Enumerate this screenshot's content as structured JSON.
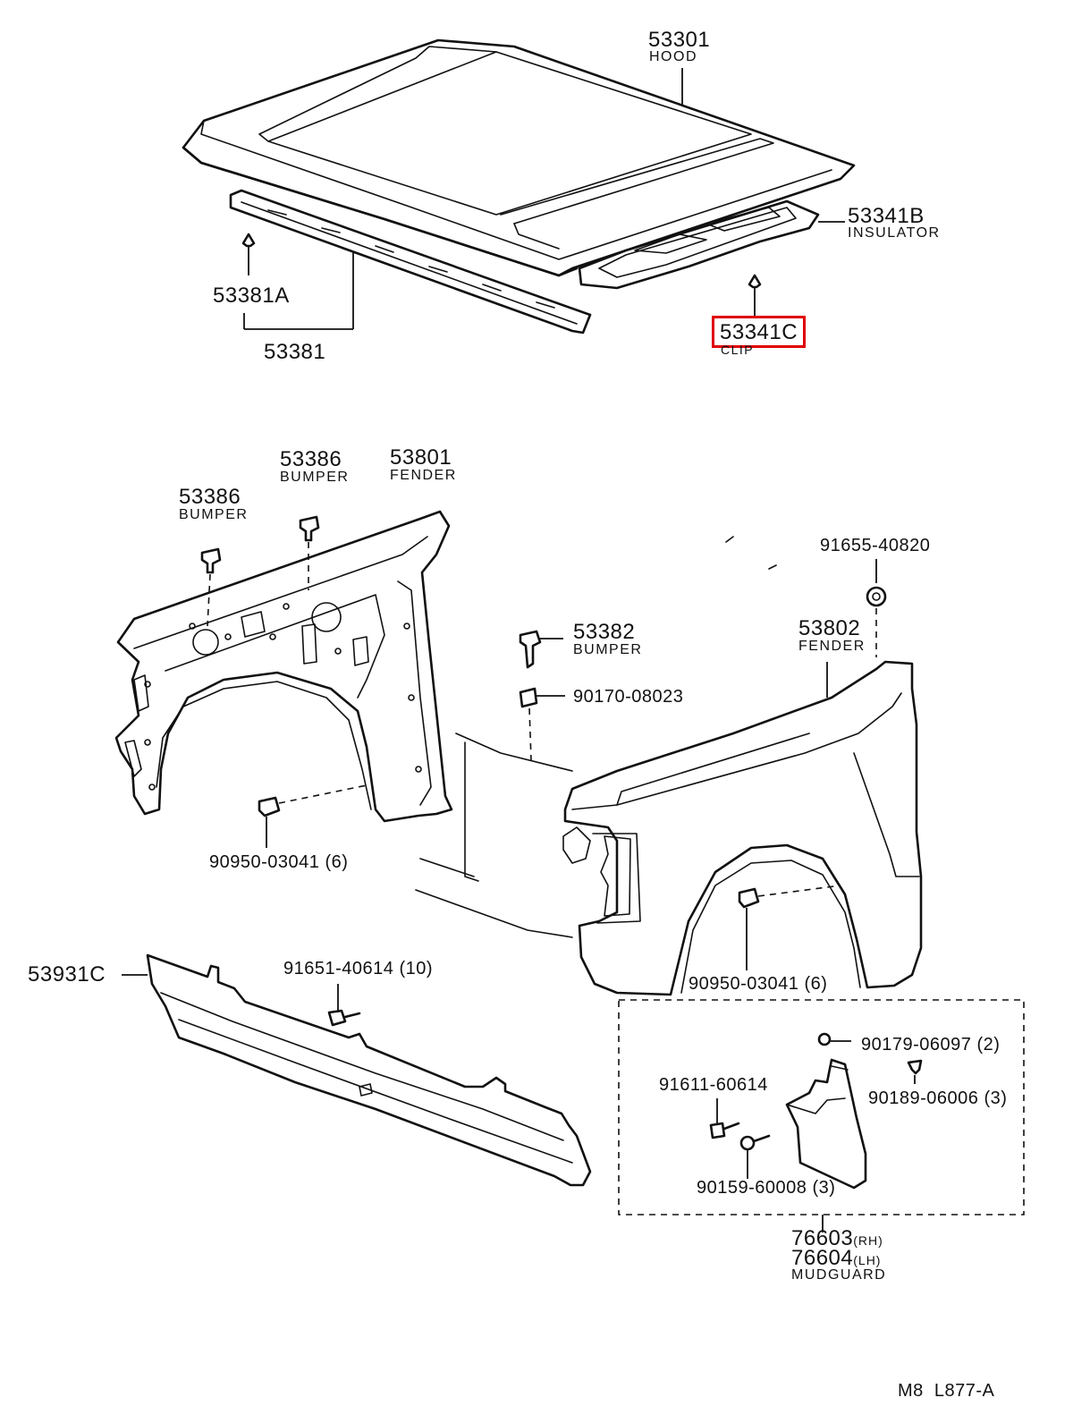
{
  "parts": {
    "hood": {
      "number": "53301",
      "name": "HOOD"
    },
    "insulator": {
      "number": "53341B",
      "name": "INSULATOR"
    },
    "clip_highlighted": {
      "number": "53341C",
      "name": "CLIP",
      "highlight_color": "#e00000"
    },
    "clip_53381a": {
      "number": "53381A"
    },
    "seal_53381": {
      "number": "53381"
    },
    "bumper_53386_right": {
      "number": "53386",
      "name": "BUMPER"
    },
    "fender_53801": {
      "number": "53801",
      "name": "FENDER"
    },
    "bumper_53386_left": {
      "number": "53386",
      "name": "BUMPER"
    },
    "nut_91655": {
      "number": "91655-40820"
    },
    "bumper_53382": {
      "number": "53382",
      "name": "BUMPER"
    },
    "cushion_90170": {
      "number": "90170-08023"
    },
    "fender_53802": {
      "number": "53802",
      "name": "FENDER"
    },
    "nut_90950_left": {
      "number": "90950-03041",
      "qty": "(6)"
    },
    "nut_90950_right": {
      "number": "90950-03041",
      "qty": "(6)"
    },
    "panel_53931c": {
      "number": "53931C"
    },
    "bolt_91651": {
      "number": "91651-40614",
      "qty": "(10)"
    },
    "nut_90179": {
      "number": "90179-06097",
      "qty": "(2)"
    },
    "clip_90189": {
      "number": "90189-06006",
      "qty": "(3)"
    },
    "bolt_91611": {
      "number": "91611-60614"
    },
    "screw_90159": {
      "number": "90159-60008",
      "qty": "(3)"
    },
    "mudguard_rh": {
      "number": "76603",
      "side": "(RH)"
    },
    "mudguard_lh": {
      "number": "76604",
      "side": "(LH)"
    },
    "mudguard_name": "MUDGUARD"
  },
  "footer": {
    "code": "M8  L877-A"
  }
}
